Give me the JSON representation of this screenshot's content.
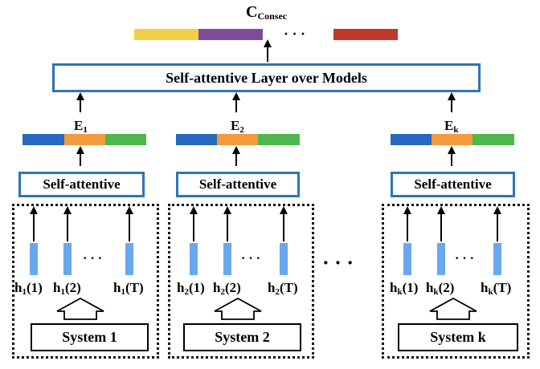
{
  "title": {
    "main": "C",
    "sub": "Consec"
  },
  "top_layer_label": "Self-attentive Layer over Models",
  "ellipsis": "· · ·",
  "colors": {
    "box_border": "#2e75b6",
    "bar_yellow": "#f0d048",
    "bar_purple": "#7d4c9b",
    "bar_red": "#c0392b",
    "seg_blue": "#2569c0",
    "seg_orange": "#f39a3c",
    "seg_green": "#4cb84c",
    "hidden_bar": "#6aa8ee"
  },
  "groups": [
    {
      "embed": {
        "main": "E",
        "sub": "1"
      },
      "attn_label": "Self-attentive",
      "states": [
        {
          "main": "h",
          "sub": "1",
          "arg": "(1)"
        },
        {
          "main": "h",
          "sub": "1",
          "arg": "(2)"
        },
        {
          "main": "h",
          "sub": "1",
          "arg": "(T)"
        }
      ],
      "system_label": "System 1"
    },
    {
      "embed": {
        "main": "E",
        "sub": "2"
      },
      "attn_label": "Self-attentive",
      "states": [
        {
          "main": "h",
          "sub": "2",
          "arg": "(1)"
        },
        {
          "main": "h",
          "sub": "2",
          "arg": "(2)"
        },
        {
          "main": "h",
          "sub": "2",
          "arg": "(T)"
        }
      ],
      "system_label": "System 2"
    },
    {
      "embed": {
        "main": "E",
        "sub": "k"
      },
      "attn_label": "Self-attentive",
      "states": [
        {
          "main": "h",
          "sub": "k",
          "arg": "(1)"
        },
        {
          "main": "h",
          "sub": "k",
          "arg": "(2)"
        },
        {
          "main": "h",
          "sub": "k",
          "arg": "(T)"
        }
      ],
      "system_label": "System k"
    }
  ]
}
